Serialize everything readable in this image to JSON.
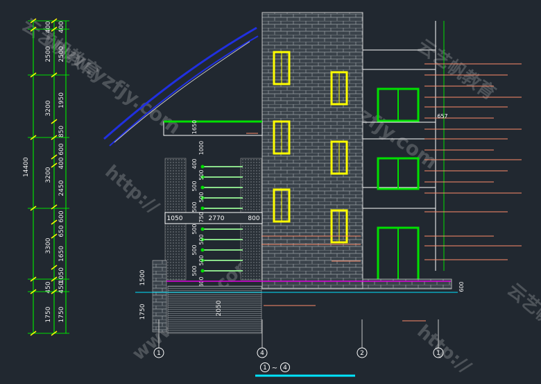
{
  "drawing": {
    "total_height": "14400",
    "outer_dims": [
      "400",
      "2500",
      "3200",
      "3200",
      "3300",
      "450",
      "1750"
    ],
    "inner_dims": [
      "400",
      "2500",
      "1950",
      "850",
      "600",
      "400",
      "2450",
      "600",
      "650",
      "1650",
      "1050",
      "450",
      "1750"
    ],
    "stair_dims": [
      "1650",
      "1000",
      "400",
      "500",
      "500",
      "500",
      "500",
      "750",
      "500",
      "500",
      "500",
      "500",
      "500",
      "300"
    ],
    "horizontal_dims": [
      "1050",
      "2770",
      "800"
    ],
    "left_dims": [
      "1500",
      "1750"
    ],
    "base_dim": "2050",
    "right_dims": [
      "657",
      "600"
    ],
    "axis_labels": [
      "1",
      "4",
      "2",
      "1"
    ],
    "title_from": "1",
    "title_to": "4",
    "title_sep": "~"
  },
  "watermark": {
    "text": "www.yzfjy.com",
    "cn": "云艺帆教育",
    "url": "http://"
  },
  "colors": {
    "background": "#212830",
    "brick": "#454e56",
    "window": "#ffff00",
    "green": "#00e000",
    "leader": "#ff8c6a",
    "roof": "#2030e0",
    "magenta": "#e000e0",
    "cyan": "#00e5ff",
    "ground": "#7a8088"
  }
}
